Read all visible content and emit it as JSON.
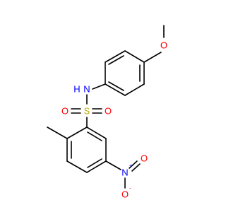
{
  "colors": {
    "bond": "#000000",
    "oxygen": "#ff0000",
    "nitrogen": "#0000ff",
    "sulfur": "#b8a800",
    "background": "#ffffff"
  },
  "atoms": {
    "o_methoxy": "O",
    "nh_n": "N",
    "nh_h": "H",
    "s": "S",
    "o_sulfonyl_left": "O",
    "o_sulfonyl_right": "O",
    "n_nitro": "N",
    "n_nitro_charge": "+",
    "o_nitro_top": "O",
    "o_nitro_bottom": "O",
    "o_nitro_charge": "-"
  }
}
